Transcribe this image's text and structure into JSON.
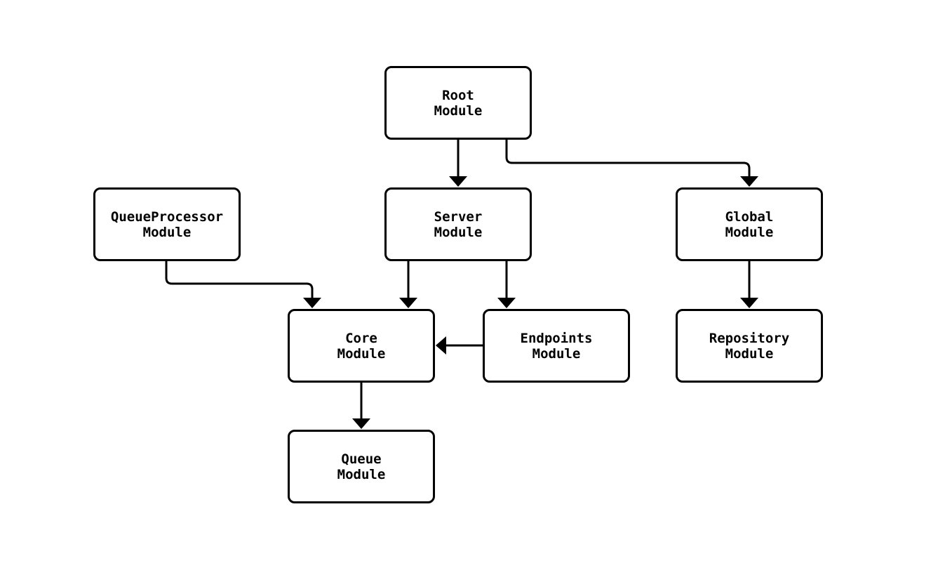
{
  "diagram": {
    "type": "module-dependency-flowchart",
    "nodes": {
      "root": {
        "label": "Root\nModule"
      },
      "queue_processor": {
        "label": "QueueProcessor\nModule"
      },
      "server": {
        "label": "Server\nModule"
      },
      "global": {
        "label": "Global\nModule"
      },
      "core": {
        "label": "Core\nModule"
      },
      "endpoints": {
        "label": "Endpoints\nModule"
      },
      "repository": {
        "label": "Repository\nModule"
      },
      "queue": {
        "label": "Queue\nModule"
      }
    },
    "edges": [
      {
        "from": "root",
        "to": "server"
      },
      {
        "from": "root",
        "to": "global"
      },
      {
        "from": "queue_processor",
        "to": "core"
      },
      {
        "from": "server",
        "to": "core"
      },
      {
        "from": "server",
        "to": "endpoints"
      },
      {
        "from": "endpoints",
        "to": "core"
      },
      {
        "from": "global",
        "to": "repository"
      },
      {
        "from": "core",
        "to": "queue"
      }
    ],
    "colors": {
      "background": "#ffffff",
      "node_fill": "#ffffff",
      "node_border": "#000000",
      "edge": "#000000",
      "text": "#000000"
    }
  }
}
